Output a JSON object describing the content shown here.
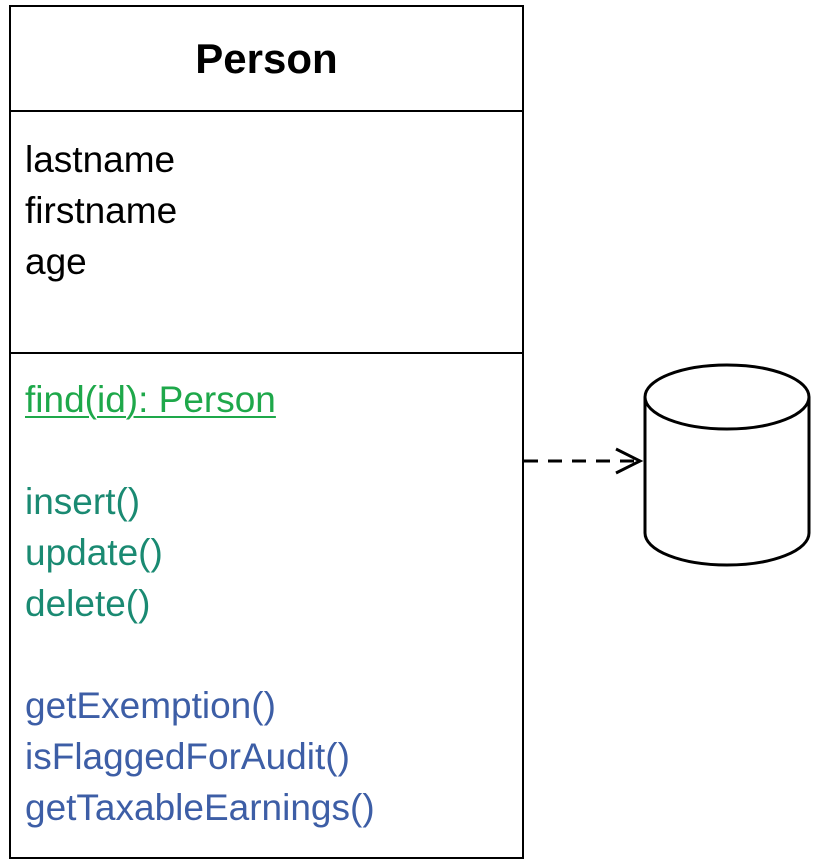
{
  "class": {
    "name": "Person",
    "attributes": [
      "lastname",
      "firstname",
      "age"
    ],
    "operation_groups": [
      {
        "color": "#1ea84a",
        "underlined": true,
        "items": [
          "find(id): Person"
        ]
      },
      {
        "color": "#1a8a72",
        "underlined": false,
        "items": [
          "insert()",
          "update()",
          "delete()"
        ]
      },
      {
        "color": "#3d5ea6",
        "underlined": false,
        "items": [
          "getExemption()",
          "isFlaggedForAudit()",
          "getTaxableEarnings()"
        ]
      }
    ]
  },
  "dependency": {
    "style": "dashed",
    "arrowhead": "open",
    "target": "database-cylinder-icon"
  }
}
